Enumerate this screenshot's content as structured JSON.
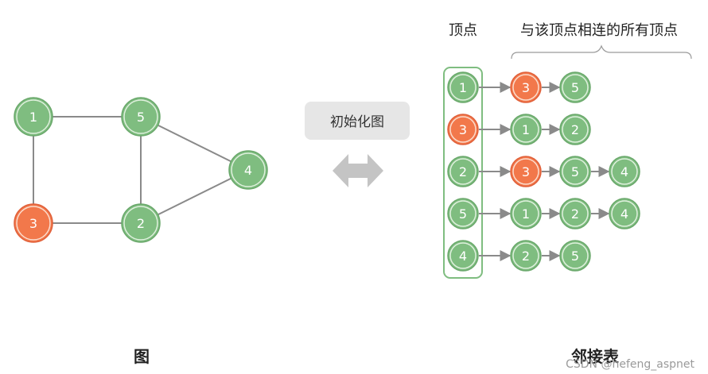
{
  "colors": {
    "green_fill": "#7fbd80",
    "green_ring": "#dff0dd",
    "green_stroke": "#6aa86b",
    "orange_fill": "#f2784b",
    "orange_ring": "#fbdccd",
    "orange_stroke": "#e0603a",
    "edge": "#8a8a8a",
    "button_bg": "#e6e6e6",
    "arrow": "#c4c4c4"
  },
  "graph": {
    "caption": "图",
    "nodes": [
      {
        "id": "1",
        "label": "1",
        "color": "green"
      },
      {
        "id": "5",
        "label": "5",
        "color": "green"
      },
      {
        "id": "4",
        "label": "4",
        "color": "green"
      },
      {
        "id": "3",
        "label": "3",
        "color": "orange"
      },
      {
        "id": "2",
        "label": "2",
        "color": "green"
      }
    ],
    "edges": [
      [
        "1",
        "5"
      ],
      [
        "1",
        "3"
      ],
      [
        "5",
        "2"
      ],
      [
        "5",
        "4"
      ],
      [
        "3",
        "2"
      ],
      [
        "2",
        "4"
      ]
    ]
  },
  "transform_button": {
    "label": "初始化图"
  },
  "adjacency": {
    "caption": "邻接表",
    "vertex_header": "顶点",
    "neighbors_header": "与该顶点相连的所有顶点",
    "rows": [
      {
        "vertex": {
          "label": "1",
          "color": "green"
        },
        "neighbors": [
          {
            "label": "3",
            "color": "orange"
          },
          {
            "label": "5",
            "color": "green"
          }
        ]
      },
      {
        "vertex": {
          "label": "3",
          "color": "orange"
        },
        "neighbors": [
          {
            "label": "1",
            "color": "green"
          },
          {
            "label": "2",
            "color": "green"
          }
        ]
      },
      {
        "vertex": {
          "label": "2",
          "color": "green"
        },
        "neighbors": [
          {
            "label": "3",
            "color": "orange"
          },
          {
            "label": "5",
            "color": "green"
          },
          {
            "label": "4",
            "color": "green"
          }
        ]
      },
      {
        "vertex": {
          "label": "5",
          "color": "green"
        },
        "neighbors": [
          {
            "label": "1",
            "color": "green"
          },
          {
            "label": "2",
            "color": "green"
          },
          {
            "label": "4",
            "color": "green"
          }
        ]
      },
      {
        "vertex": {
          "label": "4",
          "color": "green"
        },
        "neighbors": [
          {
            "label": "2",
            "color": "green"
          },
          {
            "label": "5",
            "color": "green"
          }
        ]
      }
    ]
  },
  "watermark": "CSDN @hefeng_aspnet"
}
